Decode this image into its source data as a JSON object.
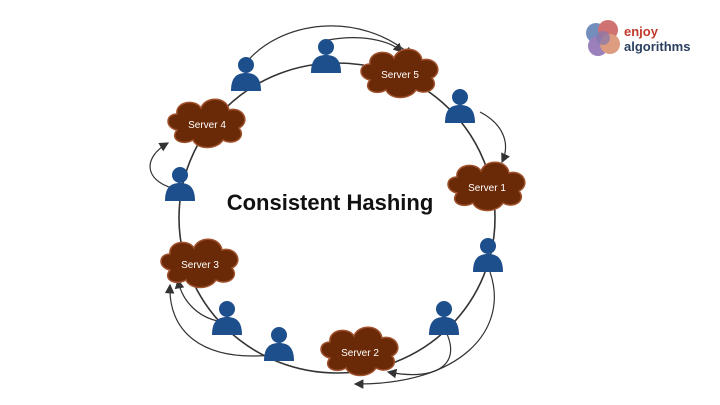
{
  "title": "Consistent Hashing",
  "logo": {
    "line1": "enjoy",
    "line2": "algorithms"
  },
  "servers": [
    {
      "id": "server-5",
      "label": "Server 5"
    },
    {
      "id": "server-4",
      "label": "Server 4"
    },
    {
      "id": "server-1",
      "label": "Server 1"
    },
    {
      "id": "server-3",
      "label": "Server 3"
    },
    {
      "id": "server-2",
      "label": "Server 2"
    }
  ],
  "colors": {
    "server_fill": "#6b2a07",
    "server_stroke": "#a0522d",
    "user_fill": "#1d4f8c",
    "ring_stroke": "#333333",
    "arrow_stroke": "#333333"
  },
  "icons": [
    "user-icon",
    "cloud-shape",
    "arrow",
    "logo-circles"
  ]
}
